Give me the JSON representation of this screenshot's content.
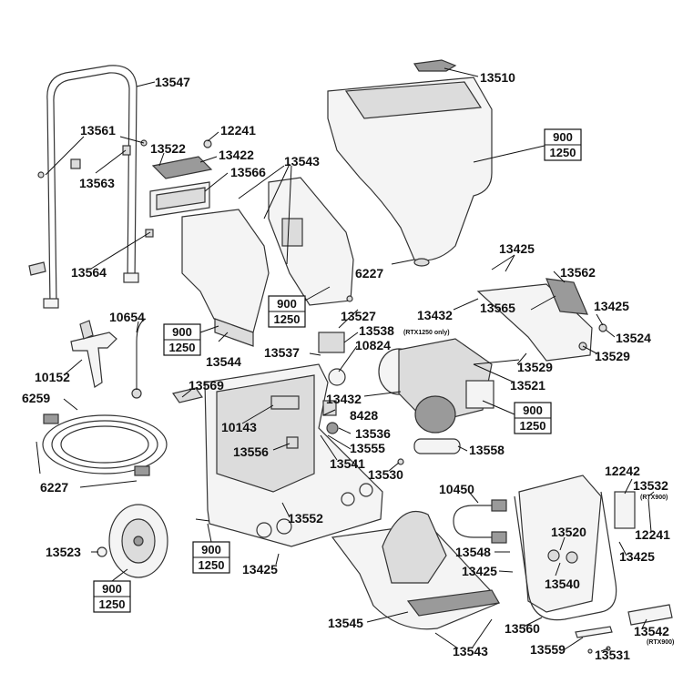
{
  "parts": {
    "p13547": "13547",
    "p13510": "13510",
    "p13561": "13561",
    "p12241a": "12241",
    "p13522": "13522",
    "p13422": "13422",
    "p13543a": "13543",
    "p13566": "13566",
    "p13563": "13563",
    "p13564": "13564",
    "p6227a": "6227",
    "p13425a": "13425",
    "p13562": "13562",
    "p13432a": "13432",
    "p13425b": "13425",
    "p13565": "13565",
    "p13524": "13524",
    "p13529a": "13529",
    "p13529b": "13529",
    "p13521": "13521",
    "p10654": "10654",
    "p13527": "13527",
    "p13538": "13538",
    "p13537": "13537",
    "p10824": "10824",
    "p13544": "13544",
    "p10152": "10152",
    "p13569": "13569",
    "p6259": "6259",
    "p13432b": "13432",
    "p8428": "8428",
    "p10143": "10143",
    "p13536": "13536",
    "p13556": "13556",
    "p13555": "13555",
    "p13541": "13541",
    "p13558": "13558",
    "p13530": "13530",
    "p6227b": "6227",
    "p10450": "10450",
    "p12242": "12242",
    "p13532": "13532",
    "p13552": "13552",
    "p12241b": "12241",
    "p13520": "13520",
    "p13523": "13523",
    "p13548": "13548",
    "p13425c": "13425",
    "p13425d": "13425",
    "p13425e": "13425",
    "p13540": "13540",
    "p13545": "13545",
    "p13560": "13560",
    "p13542": "13542",
    "p13559": "13559",
    "p13543b": "13543",
    "p13531": "13531"
  },
  "notes": {
    "rtx1250_only": "(RTX1250 only)",
    "rtx900_a": "(RTX900)",
    "rtx900_b": "(RTX900)"
  },
  "model_boxes": [
    {
      "top": "900",
      "bottom": "1250"
    },
    {
      "top": "900",
      "bottom": "1250"
    },
    {
      "top": "900",
      "bottom": "1250"
    },
    {
      "top": "900",
      "bottom": "1250"
    },
    {
      "top": "900",
      "bottom": "1250"
    },
    {
      "top": "900",
      "bottom": "1250"
    }
  ]
}
